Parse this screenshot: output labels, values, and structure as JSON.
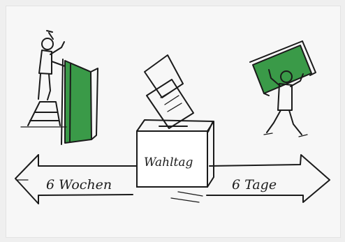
{
  "illustration": {
    "ballot_box_label": "Wahltag",
    "left_arrow_label": "6 Wochen",
    "right_arrow_label": "6 Tage"
  },
  "colors": {
    "poster_green": "#3a9a48",
    "ink": "#1a1a1a",
    "background": "#f7f7f7"
  },
  "icons": [
    "worker-on-ladder-icon",
    "ballot-box-icon",
    "ballot-paper-icon",
    "person-carrying-poster-icon",
    "double-arrow-icon"
  ]
}
